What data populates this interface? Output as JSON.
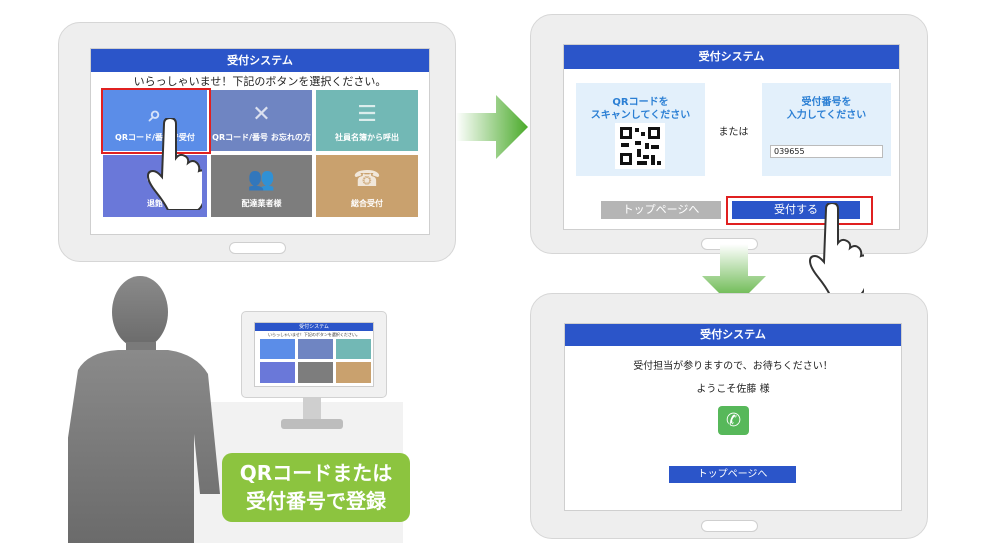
{
  "screen1": {
    "header": "受付システム",
    "greeting": "いらっしゃいませ！下記のボタンを選択ください。",
    "tiles": [
      {
        "label": "QRコード/番号で受付",
        "color": "#5b8de8",
        "icon": "qr-scan-icon"
      },
      {
        "label": "QRコード/番号 お忘れの方",
        "color": "#6f85c2",
        "icon": "qr-forgot-icon"
      },
      {
        "label": "社員名簿から呼出",
        "color": "#72b8b5",
        "icon": "directory-icon"
      },
      {
        "label": "退館",
        "color": "#6a78d9",
        "icon": "exit-icon"
      },
      {
        "label": "配達業者様",
        "color": "#7d7d7d",
        "icon": "delivery-icon"
      },
      {
        "label": "総合受付",
        "color": "#c9a16e",
        "icon": "reception-icon"
      }
    ]
  },
  "screen2": {
    "header": "受付システム",
    "qr_panel_text": [
      "QRコードを",
      "スキャンしてください"
    ],
    "or_text": "または",
    "number_panel_text": [
      "受付番号を",
      "入力してください"
    ],
    "number_value": "039655",
    "top_button": "トップページへ",
    "submit_button": "受付する"
  },
  "screen3": {
    "header": "受付システム",
    "message": "受付担当が参りますので、お待ちください！",
    "welcome": "ようこそ佐藤 様",
    "top_button": "トップページへ"
  },
  "kiosk": {
    "header": "受付システム",
    "greeting": "いらっしゃいませ！下記のボタンを選択ください。",
    "tile_colors": [
      "#5b8de8",
      "#6f85c2",
      "#72b8b5",
      "#6a78d9",
      "#7d7d7d",
      "#c9a16e"
    ]
  },
  "caption": [
    "QRコードまたは",
    "受付番号で登録"
  ],
  "colors": {
    "header_blue": "#2b55c9",
    "arrow_green": "#4aaa2a",
    "caption_green": "#8cc43f",
    "highlight_red": "#e02020"
  }
}
